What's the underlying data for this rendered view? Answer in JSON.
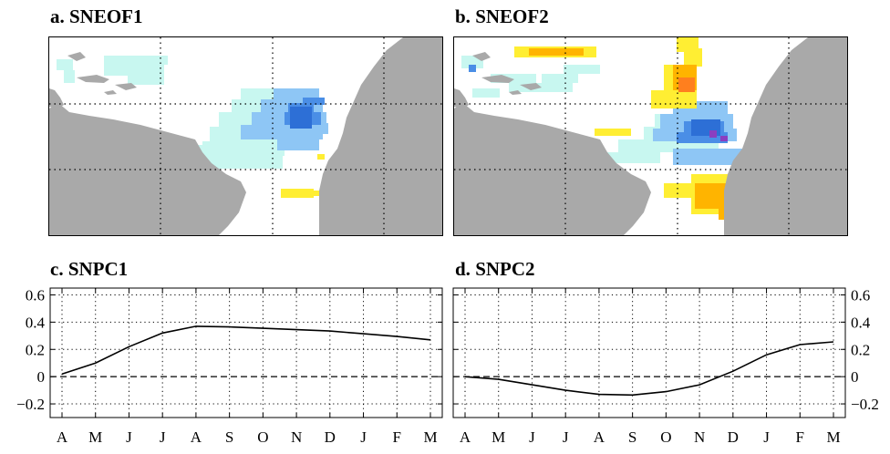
{
  "panels": {
    "a": {
      "letter": "a.",
      "title": "SNEOF1"
    },
    "b": {
      "letter": "b.",
      "title": "SNEOF2"
    },
    "c": {
      "letter": "c.",
      "title": "SNPC1"
    },
    "d": {
      "letter": "d.",
      "title": "SNPC2"
    }
  },
  "colors": {
    "land": "#a9a9a9",
    "cyan": "#c8f7f0",
    "lightblue": "#8ec6f5",
    "blue": "#4a8ee6",
    "darkblue": "#2d6fd6",
    "purple": "#8a3fc0",
    "yellow": "#ffee33",
    "orange": "#ffb400",
    "darkorange": "#ff7f1e"
  },
  "chart_data": [
    {
      "type": "line",
      "panel": "c",
      "title": "SNPC1",
      "categories": [
        "A",
        "M",
        "J",
        "J",
        "A",
        "S",
        "O",
        "N",
        "D",
        "J",
        "F",
        "M"
      ],
      "series": [
        {
          "values": [
            0.02,
            0.1,
            0.22,
            0.32,
            0.37,
            0.365,
            0.355,
            0.345,
            0.335,
            0.315,
            0.295,
            0.27
          ]
        }
      ],
      "ylim": [
        -0.3,
        0.65
      ],
      "yticks": [
        -0.2,
        0,
        0.2,
        0.4,
        0.6
      ],
      "ytick_labels": [
        "−0.2",
        "0",
        "0.2",
        "0.4",
        "0.6"
      ],
      "ytick_side": "left",
      "grid": true,
      "zero_line": "dashed"
    },
    {
      "type": "line",
      "panel": "d",
      "title": "SNPC2",
      "categories": [
        "A",
        "M",
        "J",
        "J",
        "A",
        "S",
        "O",
        "N",
        "D",
        "J",
        "F",
        "M"
      ],
      "series": [
        {
          "values": [
            0.0,
            -0.02,
            -0.06,
            -0.1,
            -0.13,
            -0.135,
            -0.11,
            -0.06,
            0.04,
            0.16,
            0.235,
            0.255
          ]
        }
      ],
      "ylim": [
        -0.3,
        0.65
      ],
      "yticks": [
        -0.2,
        0,
        0.2,
        0.4,
        0.6
      ],
      "ytick_labels": [
        "−0.2",
        "0",
        "0.2",
        "0.4",
        "0.6"
      ],
      "ytick_side": "right",
      "grid": true,
      "zero_line": "dashed"
    }
  ]
}
